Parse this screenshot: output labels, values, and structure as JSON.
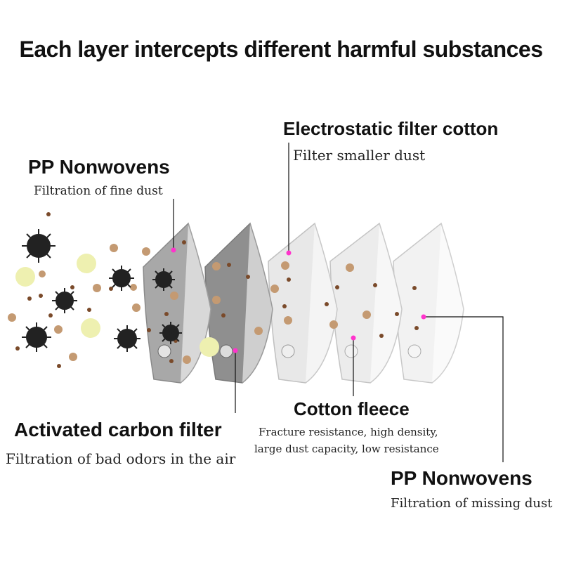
{
  "title": "Each layer intercepts different harmful substances",
  "layers": [
    {
      "id": "layer1",
      "name": "PP Nonwovens",
      "description": "Filtration of fine dust",
      "color": "#a6a6a6"
    },
    {
      "id": "layer2",
      "name": "Activated carbon filter",
      "description": "Filtration of bad odors in the air",
      "color": "#8c8c8c"
    },
    {
      "id": "layer3",
      "name": "Electrostatic filter cotton",
      "description": "Filter smaller dust",
      "color": "#e9e9e9"
    },
    {
      "id": "layer4",
      "name": "Cotton fleece",
      "description": "Fracture resistance, high density,",
      "description2": "large dust capacity, low resistance",
      "color": "#ececec"
    },
    {
      "id": "layer5",
      "name": "PP Nonwovens",
      "description": "Filtration of missing dust",
      "color": "#efefef"
    }
  ],
  "colors": {
    "leader_dot": "#ff33cc",
    "dust": "#c49a72",
    "dust_dark": "#7a4a2a",
    "pollen": "#eef0b0",
    "virus": "#222222"
  }
}
